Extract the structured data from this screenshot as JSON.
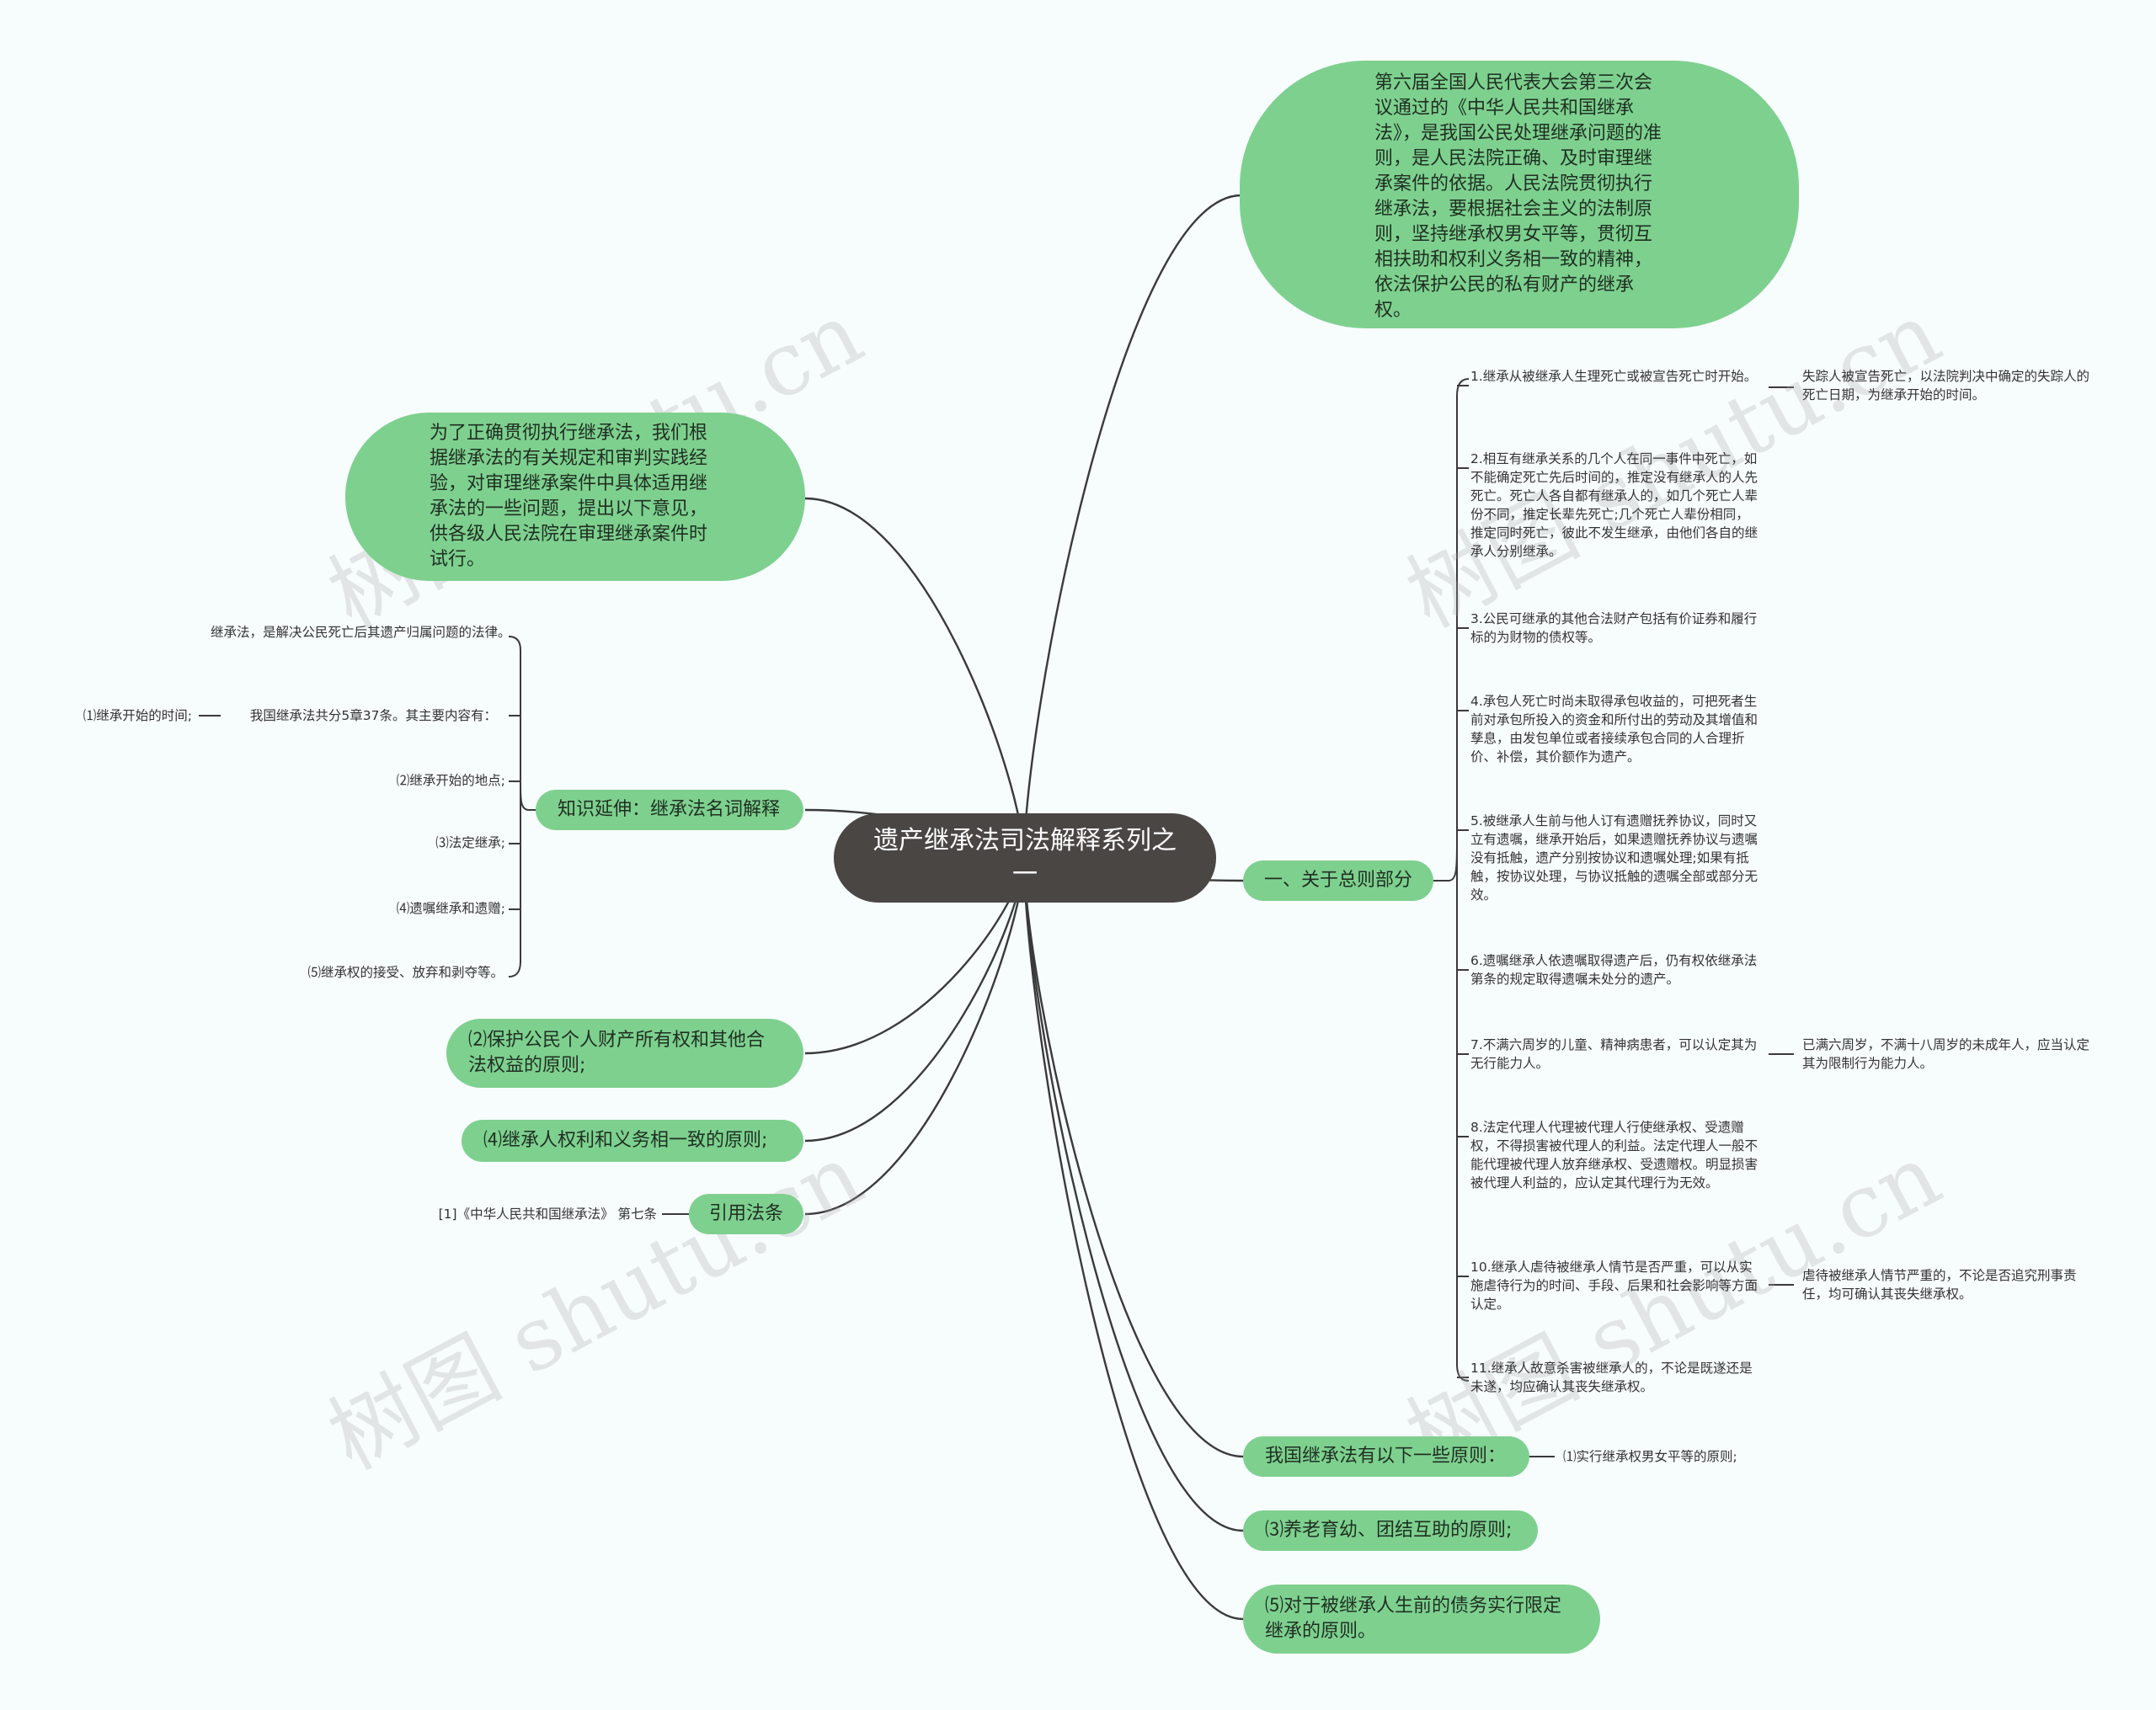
{
  "center": {
    "title": "遗产继承法司法解释系列之一"
  },
  "right_top_blob": "第六届全国人民代表大会第三次会议通过的《中华人民共和国继承法》，是我国公民处理继承问题的准则，是人民法院正确、及时审理继承案件的依据。人民法院贯彻执行继承法，要根据社会主义的法制原则，坚持继承权男女平等，贯彻互相扶助和权利义务相一致的精神，依法保护公民的私有财产的继承权。",
  "left_top_blob": "为了正确贯彻执行继承法，我们根据继承法的有关规定和审判实践经验，对审理继承案件中具体适用继承法的一些问题，提出以下意见，供各级人民法院在审理继承案件时试行。",
  "knowledge": {
    "label": "知识延伸：继承法名词解释",
    "items": [
      "继承法，是解决公民死亡后其遗产归属问题的法律。",
      "我国继承法共分5章37条。其主要内容有：",
      "⑵继承开始的地点;",
      "⑶法定继承;",
      "⑷遗嘱继承和遗赠;",
      "⑸继承权的接受、放弃和剥夺等。"
    ],
    "sub": "⑴继承开始的时间;"
  },
  "principle2": "⑵保护公民个人财产所有权和其他合法权益的原则;",
  "principle4": "⑷继承人权利和义务相一致的原则;",
  "citation": {
    "label": "引用法条",
    "item": "[1]《中华人民共和国继承法》 第七条"
  },
  "general": {
    "label": "一、关于总则部分",
    "items": [
      "1.继承从被继承人生理死亡或被宣告死亡时开始。",
      "2.相互有继承关系的几个人在同一事件中死亡，如不能确定死亡先后时间的，推定没有继承人的人先死亡。死亡人各自都有继承人的，如几个死亡人辈份不同，推定长辈先死亡;几个死亡人辈份相同，推定同时死亡，彼此不发生继承，由他们各自的继承人分别继承。",
      "3.公民可继承的其他合法财产包括有价证券和履行标的为财物的债权等。",
      "4.承包人死亡时尚未取得承包收益的，可把死者生前对承包所投入的资金和所付出的劳动及其增值和孳息，由发包单位或者接续承包合同的人合理折价、补偿，其价额作为遗产。",
      "5.被继承人生前与他人订有遗赠抚养协议，同时又立有遗嘱，继承开始后，如果遗赠抚养协议与遗嘱没有抵触，遗产分别按协议和遗嘱处理;如果有抵触，按协议处理，与协议抵触的遗嘱全部或部分无效。",
      "6.遗嘱继承人依遗嘱取得遗产后，仍有权依继承法第条的规定取得遗嘱未处分的遗产。",
      "7.不满六周岁的儿童、精神病患者，可以认定其为无行能力人。",
      "8.法定代理人代理被代理人行使继承权、受遗赠权，不得损害被代理人的利益。法定代理人一般不能代理被代理人放弃继承权、受遗赠权。明显损害被代理人利益的，应认定其代理行为无效。",
      "10.继承人虐待被继承人情节是否严重，可以从实施虐待行为的时间、手段、后果和社会影响等方面认定。",
      "11.继承人故意杀害被继承人的，不论是既遂还是未遂，均应确认其丧失继承权。"
    ],
    "side1": "失踪人被宣告死亡，以法院判决中确定的失踪人的死亡日期，为继承开始的时间。",
    "side7": "已满六周岁，不满十八周岁的未成年人，应当认定其为限制行为能力人。",
    "side10": "虐待被继承人情节严重的，不论是否追究刑事责任，均可确认其丧失继承权。"
  },
  "principles_intro": {
    "label": "我国继承法有以下一些原则：",
    "item": "⑴实行继承权男女平等的原则;"
  },
  "principle3": "⑶养老育幼、团结互助的原则;",
  "principle5": "⑸对于被继承人生前的债务实行限定继承的原则。",
  "watermark": "树图 shutu.cn",
  "colors": {
    "center": "#4a4644",
    "branch": "#7ed08f",
    "line": "#3a3a3a",
    "background": "#f7fcfd"
  }
}
